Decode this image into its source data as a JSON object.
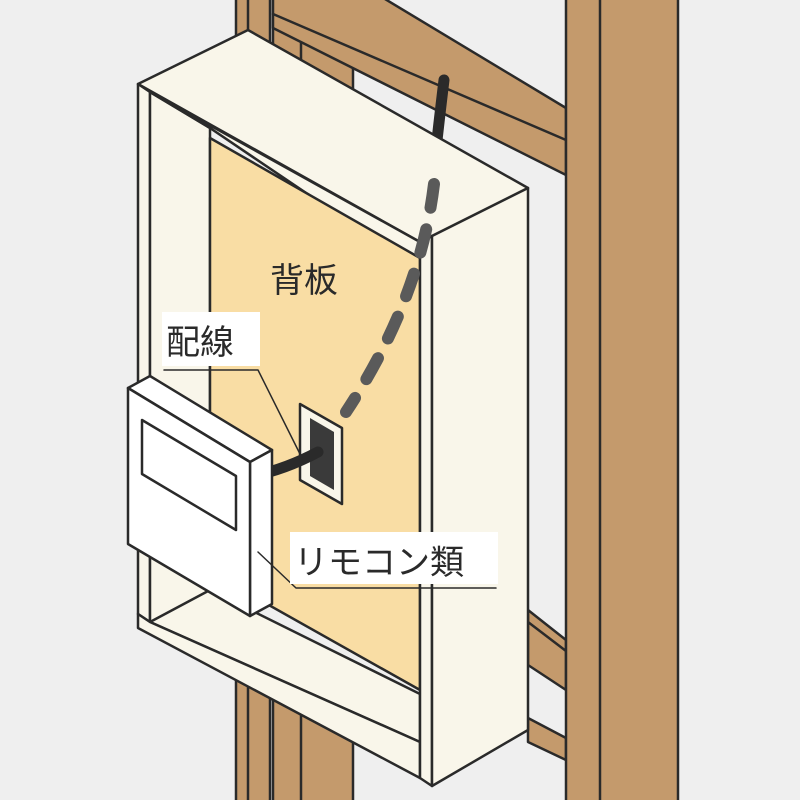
{
  "labels": {
    "back_board": "背板",
    "wiring": "配線",
    "remote_controls": "リモコン類"
  },
  "colors": {
    "background": "#efefef",
    "wood": "#c49a6c",
    "back_board": "#f9dda4",
    "box": "#f9f6ea",
    "remote": "#ffffff",
    "outline": "#2a2a2a",
    "cable": "#2a2a2a",
    "cable_dashed": "#5a5a5a"
  }
}
